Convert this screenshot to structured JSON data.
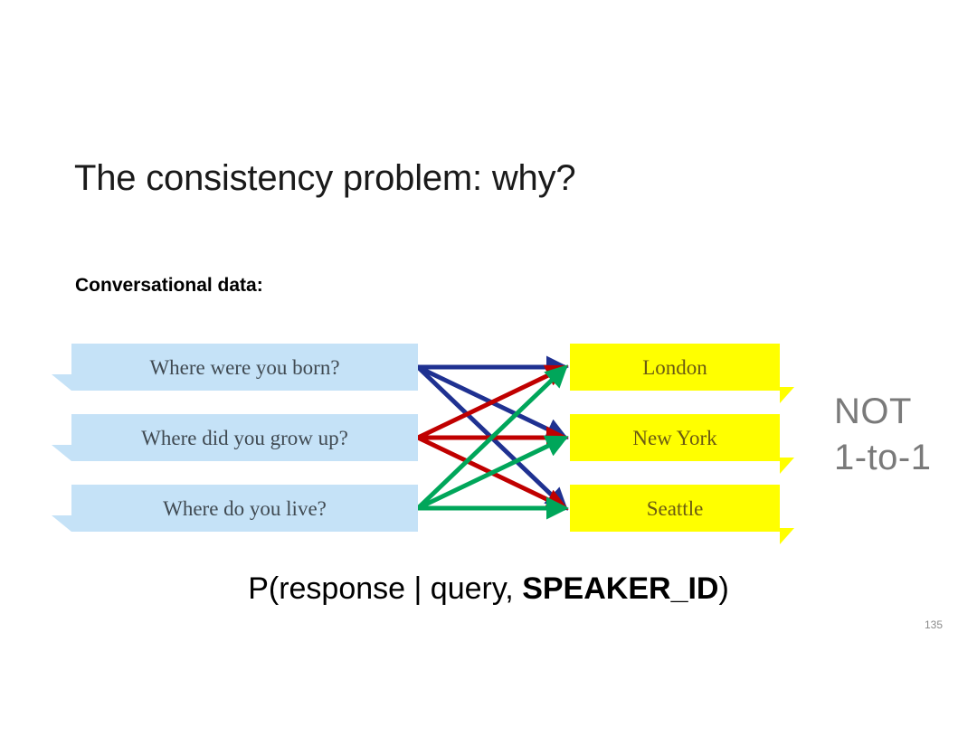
{
  "slide": {
    "title": "The consistency problem: why?",
    "subtitle": "Conversational data:",
    "page_number": "135"
  },
  "diagram": {
    "queries": [
      {
        "label": "Where were you born?",
        "color": "#1f3191"
      },
      {
        "label": "Where did you grow up?",
        "color": "#c00000"
      },
      {
        "label": "Where do you live?",
        "color": "#00a65a"
      }
    ],
    "responses": [
      {
        "label": "London"
      },
      {
        "label": "New York"
      },
      {
        "label": "Seattle"
      }
    ],
    "query_bubble_color": "#c5e2f7",
    "query_text_color": "#404a52",
    "response_bubble_color": "#ffff00",
    "response_text_color": "#6b5b12",
    "edges": [
      {
        "from": 0,
        "to": 0,
        "color": "#1f3191"
      },
      {
        "from": 0,
        "to": 1,
        "color": "#1f3191"
      },
      {
        "from": 0,
        "to": 2,
        "color": "#1f3191"
      },
      {
        "from": 1,
        "to": 0,
        "color": "#c00000"
      },
      {
        "from": 1,
        "to": 1,
        "color": "#c00000"
      },
      {
        "from": 1,
        "to": 2,
        "color": "#c00000"
      },
      {
        "from": 2,
        "to": 0,
        "color": "#00a65a"
      },
      {
        "from": 2,
        "to": 1,
        "color": "#00a65a"
      },
      {
        "from": 2,
        "to": 2,
        "color": "#00a65a"
      }
    ]
  },
  "callout": {
    "line1": "NOT",
    "line2": "1-to-1",
    "color": "#7a7a7a"
  },
  "formula": {
    "prefix": "P(response | query, ",
    "emphasis": "SPEAKER_ID",
    "suffix": ")"
  }
}
